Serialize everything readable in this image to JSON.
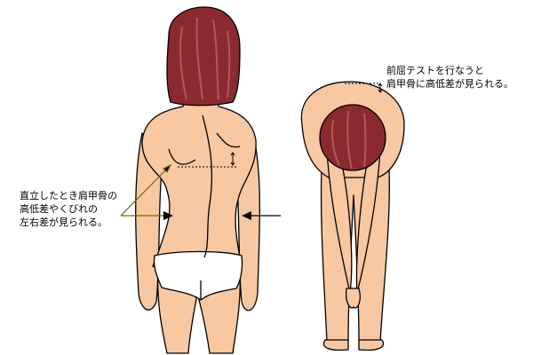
{
  "captions": {
    "standing": [
      "直立したとき肩甲骨の",
      "高低差やくびれの",
      "左右差が見られる。"
    ],
    "forward_bend": [
      "前屈テストを行なうと",
      "肩甲骨に高低差が見られる。"
    ]
  },
  "colors": {
    "skin": "#F8C8A2",
    "hair": "#8A2A2E",
    "hair_streak": "#B0585A",
    "pointer_line": "#6B6B00",
    "outline": "#000000"
  }
}
